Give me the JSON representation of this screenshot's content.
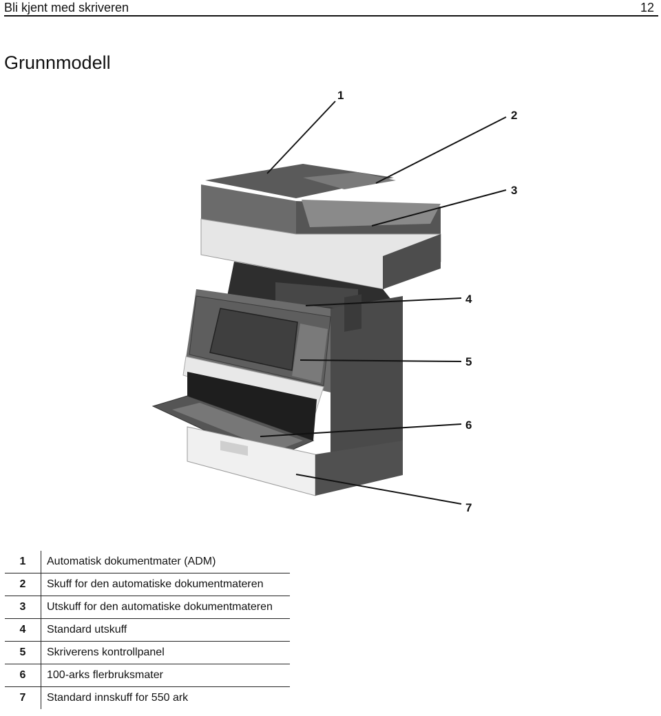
{
  "header": {
    "title": "Bli kjent med skriveren",
    "page_number": "12"
  },
  "page_title": "Grunnmodell",
  "figure": {
    "callouts": [
      "1",
      "2",
      "3",
      "4",
      "5",
      "6",
      "7"
    ]
  },
  "legend": [
    {
      "number": "1",
      "label": "Automatisk dokumentmater (ADM)"
    },
    {
      "number": "2",
      "label": "Skuff for den automatiske dokumentmateren"
    },
    {
      "number": "3",
      "label": "Utskuff for den automatiske dokumentmateren"
    },
    {
      "number": "4",
      "label": "Standard utskuff"
    },
    {
      "number": "5",
      "label": "Skriverens kontrollpanel"
    },
    {
      "number": "6",
      "label": "100-arks flerbruksmater"
    },
    {
      "number": "7",
      "label": "Standard innskuff for 550 ark"
    }
  ]
}
